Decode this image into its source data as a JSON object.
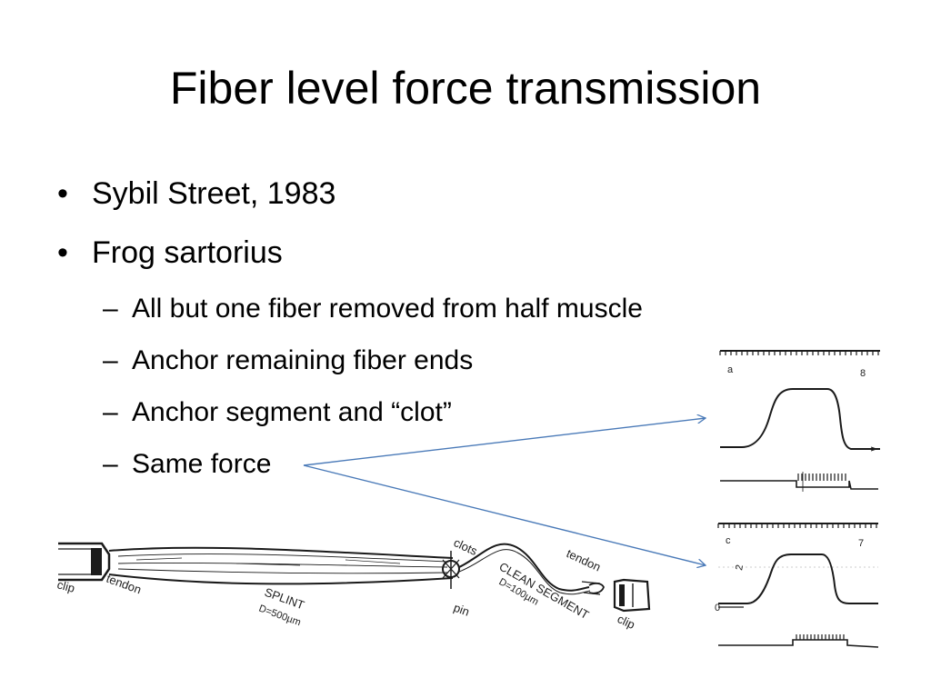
{
  "slide": {
    "title": "Fiber level force transmission",
    "bullets": [
      {
        "text": "Sybil Street, 1983"
      },
      {
        "text": "Frog sartorius"
      }
    ],
    "sub_bullets": [
      {
        "text": "All but one fiber removed from half muscle"
      },
      {
        "text": "Anchor remaining fiber ends"
      },
      {
        "text": "Anchor segment and “clot”"
      },
      {
        "text": "Same force"
      }
    ],
    "bullet_glyph": "•",
    "dash_glyph": "–",
    "arrow_color": "#4a7ab8"
  },
  "figure": {
    "labels": {
      "clip_left": "clip",
      "tendon_left": "tendon",
      "splint": "SPLINT",
      "splint_d": "D=500µm",
      "clots": "clots",
      "pin": "pin",
      "clean_segment": "CLEAN SEGMENT",
      "clean_d": "D=100µm",
      "tendon_right": "tendon",
      "clip_right": "clip"
    }
  },
  "traces": {
    "top": {
      "left_label": "a",
      "right_label": "8"
    },
    "bottom": {
      "left_label": "c",
      "right_label": "7",
      "side_label": "2",
      "zero_label": "0"
    }
  }
}
